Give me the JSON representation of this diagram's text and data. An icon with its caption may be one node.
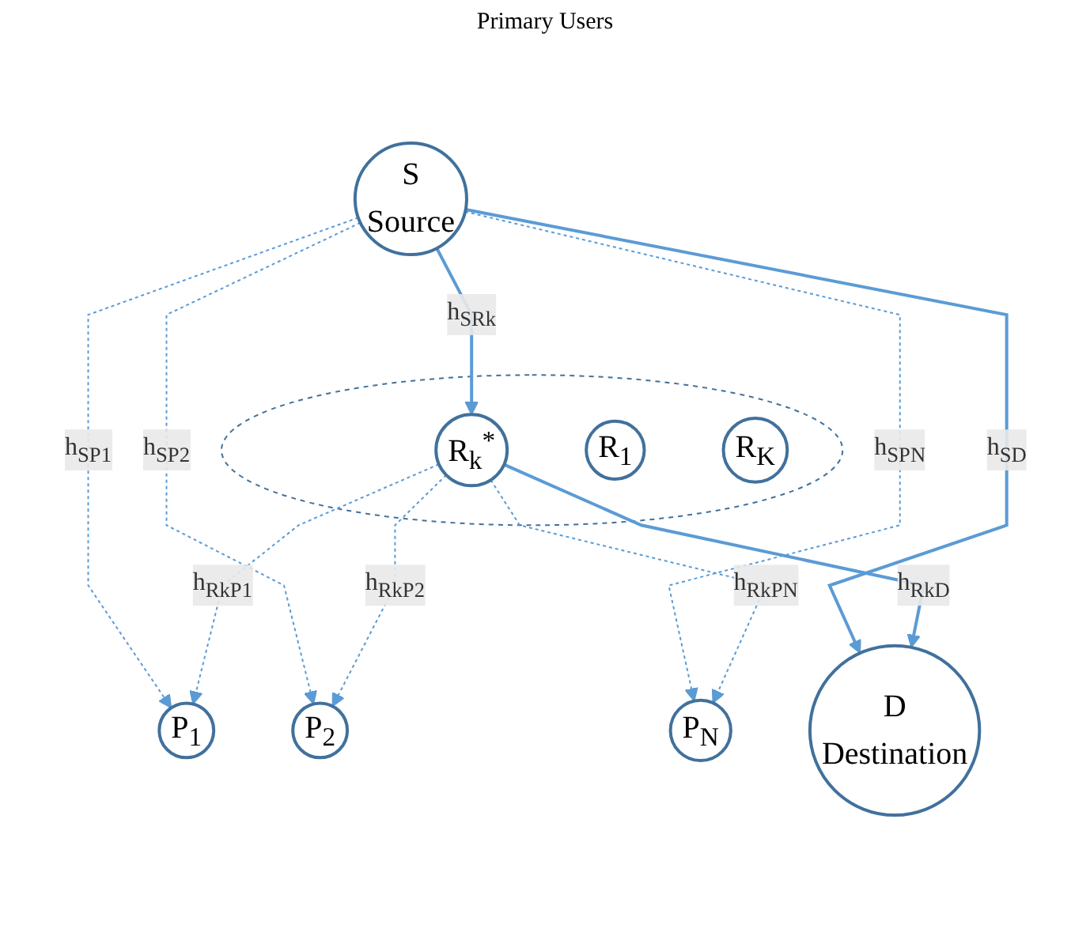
{
  "diagram": {
    "nodes": [
      {
        "text": [
          "P$_{1}$"
        ]
      },
      {
        "text": [
          "P$_{2}$"
        ]
      },
      {
        "text": [
          "P$_{N}$"
        ]
      },
      {
        "text": [
          "S",
          "Source"
        ]
      },
      {
        "text": [
          "D",
          "Destination"
        ]
      },
      {
        "text": [],
        "shape": "ellipse"
      },
      {
        "text": [
          "R$_{k}$$^{*}$"
        ],
        "in": 5
      },
      {
        "text": [
          "R$_{1}$"
        ],
        "in": 5
      },
      {
        "text": [
          "R$_{K}$"
        ],
        "in": 5
      }
    ],
    "edges": [
      {
        "from": 3,
        "to": 0,
        "arrow": "to",
        "label": "h$_{SP1}$",
        "style": "dashed"
      },
      {
        "from": 3,
        "to": 1,
        "arrow": "to",
        "label": "h$_{SP2}$",
        "style": "dashed"
      },
      {
        "from": 3,
        "to": 2,
        "arrow": "to",
        "label": "h$_{SPN}$",
        "style": "dashed"
      },
      {
        "from": 3,
        "to": 4,
        "arrow": "to",
        "label": "h$_{SD}$"
      },
      {
        "from": 6,
        "to": 0,
        "arrow": "to",
        "label": "h$_{RkP1}$",
        "style": "dashed"
      },
      {
        "from": 6,
        "to": 1,
        "arrow": "to",
        "label": "h$_{RkP2}$",
        "style": "dashed"
      },
      {
        "from": 6,
        "to": 2,
        "arrow": "to",
        "label": "h$_{RkPN}$",
        "style": "dashed"
      },
      {
        "from": 3,
        "to": 6,
        "arrow": "to",
        "label": "h$_{SRk}$"
      },
      {
        "from": 6,
        "to": 4,
        "arrow": "to",
        "label": "h$_{RkD}$"
      }
    ],
    "labels": [
      "Primary Users"
    ]
  }
}
